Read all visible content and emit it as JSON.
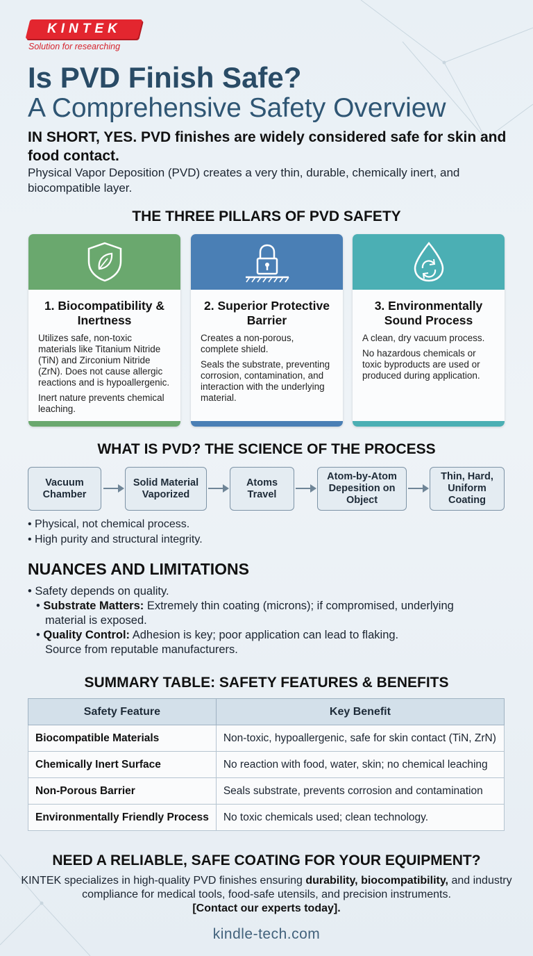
{
  "brand": {
    "logo_text": "KINTEK",
    "tagline": "Solution for researching",
    "red": "#e3262f"
  },
  "header": {
    "title": "Is PVD Finish Safe?",
    "subtitle": "A Comprehensive Safety Overview",
    "short_answer": "IN SHORT, YES. PVD finishes are widely considered safe for skin and food contact.",
    "intro": "Physical Vapor Deposition (PVD) creates a very thin, durable, chemically inert, and biocompatible layer."
  },
  "pillars": {
    "heading": "THE THREE PILLARS OF PVD SAFETY",
    "items": [
      {
        "icon": "shield-leaf-icon",
        "color": "#6aa86e",
        "title": "1. Biocompatibility & Inertness",
        "paragraphs": [
          "Utilizes safe, non-toxic materials like Titanium Nitride (TiN) and Zirconium Nitride (ZrN). Does not cause allergic reactions and is hypoallergenic.",
          "Inert nature prevents chemical leaching."
        ]
      },
      {
        "icon": "padlock-icon",
        "color": "#4a7fb5",
        "title": "2. Superior Protective Barrier",
        "paragraphs": [
          "Creates a non-porous, complete shield.",
          "Seals the substrate, preventing corrosion, contamination, and interaction with the underlying material."
        ]
      },
      {
        "icon": "water-drop-recycle-icon",
        "color": "#4bafb4",
        "title": "3. Environmentally Sound Process",
        "paragraphs": [
          "A clean, dry vacuum process.",
          "No hazardous chemicals or toxic byproducts are used or produced during application."
        ]
      }
    ]
  },
  "process": {
    "heading": "WHAT IS PVD? THE SCIENCE OF THE PROCESS",
    "steps": [
      "Vacuum Chamber",
      "Solid Material Vaporized",
      "Atoms Travel",
      "Atom-by-Atom Depesition on Object",
      "Thin, Hard, Uniform Coating"
    ],
    "bullets": [
      "• Physical, not chemical process.",
      "• High purity and structural integrity."
    ]
  },
  "nuances": {
    "heading": "NUANCES AND LIMITATIONS",
    "lead": "• Safety depends on quality.",
    "items": [
      {
        "label": "Substrate Matters:",
        "line1": " Extremely thin coating (microns); if compromised, underlying",
        "line2": "material is exposed."
      },
      {
        "label": "Quality Control:",
        "line1": " Adhesion is key; poor application can lead to flaking.",
        "line2": "Source from reputable manufacturers."
      }
    ]
  },
  "summary": {
    "heading": "SUMMARY TABLE: SAFETY FEATURES & BENEFITS",
    "columns": [
      "Safety Feature",
      "Key Benefit"
    ],
    "rows": [
      [
        "Biocompatible Materials",
        "Non-toxic, hypoallergenic, safe for skin contact (TiN, ZrN)"
      ],
      [
        "Chemically Inert Surface",
        "No reaction with food, water, skin; no chemical leaching"
      ],
      [
        "Non-Porous Barrier",
        "Seals substrate, prevents corrosion and contamination"
      ],
      [
        "Environmentally Friendly Process",
        "No toxic chemicals used; clean technology."
      ]
    ]
  },
  "cta": {
    "heading": "NEED A RELIABLE, SAFE COATING FOR YOUR EQUIPMENT?",
    "body_start": "KINTEK specializes in high-quality PVD finishes ensuring ",
    "body_bold": "durability, biocompatibility,",
    "body_end": " and industry compliance for medical tools, food-safe utensils, and precision instruments.",
    "link": "[Contact our experts today]."
  },
  "footer": {
    "site": "kindle-tech.com"
  }
}
